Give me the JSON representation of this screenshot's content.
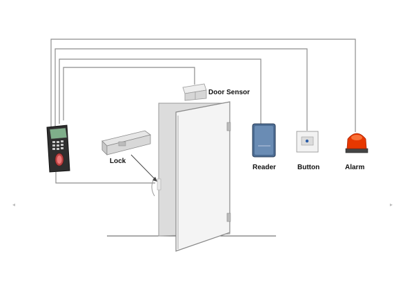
{
  "labels": {
    "door_sensor": "Door Sensor",
    "lock": "Lock",
    "reader": "Reader",
    "button": "Button",
    "alarm": "Alarm"
  },
  "colors": {
    "wire": "#8c8c8c",
    "background": "#ffffff",
    "door": "#f4f4f4",
    "door_frame": "#dcdcdc",
    "terminal_body": "#333333",
    "terminal_screen": "#7fae8a",
    "reader_body": "#4d6d94",
    "alarm_light": "#e83800"
  }
}
